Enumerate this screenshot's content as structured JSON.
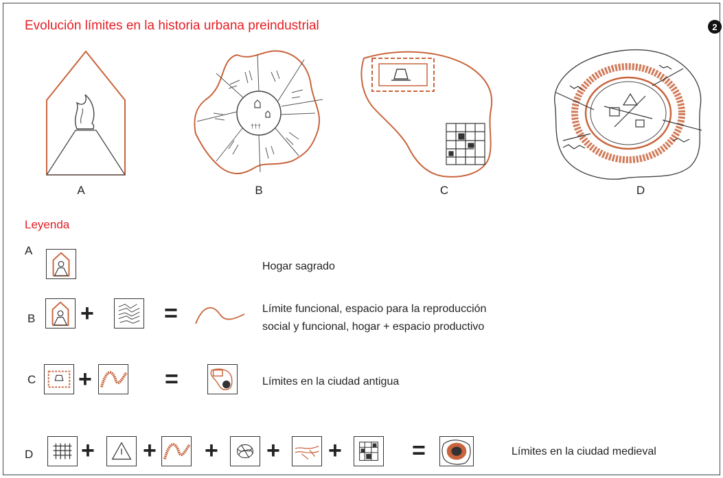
{
  "header": {
    "title": "Evolución límites en la historia urbana preindustrial",
    "badge": "2"
  },
  "figures": [
    {
      "label": "A"
    },
    {
      "label": "B"
    },
    {
      "label": "C"
    },
    {
      "label": "D"
    }
  ],
  "legend": {
    "title": "Leyenda",
    "rows": [
      {
        "letter": "A",
        "description": "Hogar sagrado"
      },
      {
        "letter": "B",
        "description_line1": "Límite funcional, espacio para la reproducción",
        "description_line2": "social y funcional, hogar + espacio productivo"
      },
      {
        "letter": "C",
        "description": "Límites en la ciudad antigua"
      },
      {
        "letter": "D",
        "description": "Límites en la ciudad medieval"
      }
    ],
    "operators": {
      "plus": "+",
      "equals": "="
    }
  },
  "colors": {
    "accent": "#e31e24",
    "boundary": "#c8643c",
    "ink": "#333333"
  }
}
